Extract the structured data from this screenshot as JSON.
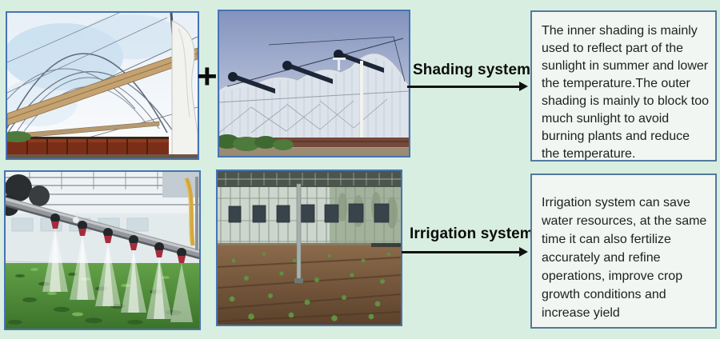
{
  "colors": {
    "canvas-bg": "#d8eee0",
    "photo-border": "#4673b4",
    "box-border": "#54789e",
    "box-bg": "#f1f6f2",
    "label": "#0b0b0b",
    "text": "#1f1f1f",
    "arrow": "#111111"
  },
  "plus_sign": "+",
  "shading_row": {
    "label": "Shading system",
    "description": "The inner shading is mainly\nused to reflect part of the\nsunlight in summer and lower\nthe temperature.The outer\nshading is mainly to block too\nmuch sunlight to avoid\nburning plants and reduce\nthe temperature."
  },
  "irrigation_row": {
    "label": "Irrigation system",
    "description": "Irrigation system can save\nwater resources, at the same\ntime it can also fertilize\naccurately and refine\noperations, improve crop\ngrowth conditions and\nincrease yield"
  }
}
